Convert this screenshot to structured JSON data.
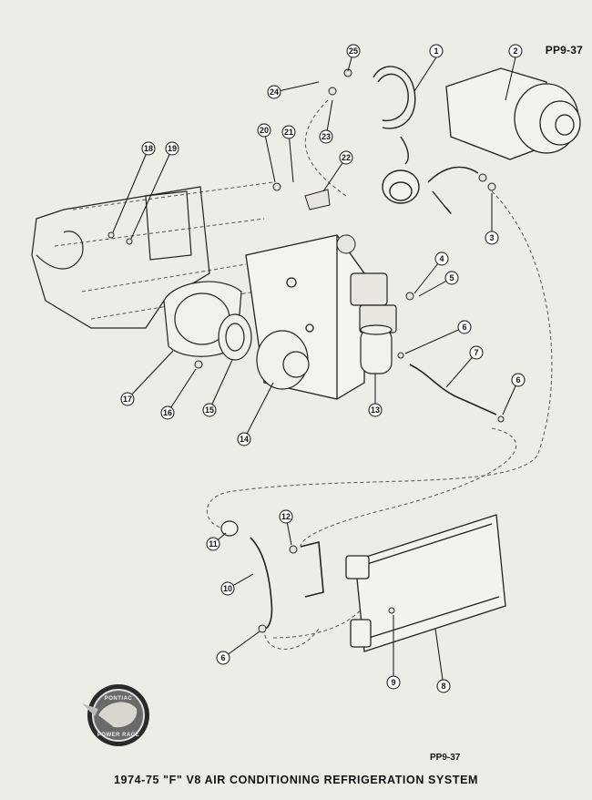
{
  "figure_code_top": "PP9-37",
  "figure_code_bottom": "PP9-37",
  "caption": "1974-75 \"F\" V8 AIR CONDITIONING REFRIGERATION SYSTEM",
  "logo": {
    "top_text": "PONTIAC",
    "bottom_text": "POWER RACE"
  },
  "callouts": [
    "1",
    "2",
    "3",
    "4",
    "5",
    "6",
    "7",
    "6",
    "8",
    "9",
    "6",
    "10",
    "11",
    "12",
    "13",
    "14",
    "15",
    "16",
    "17",
    "18",
    "19",
    "20",
    "21",
    "22",
    "23",
    "24",
    "25"
  ],
  "colors": {
    "background": "#eeece6",
    "ink": "#1a1a1a",
    "dash": "#555555"
  }
}
